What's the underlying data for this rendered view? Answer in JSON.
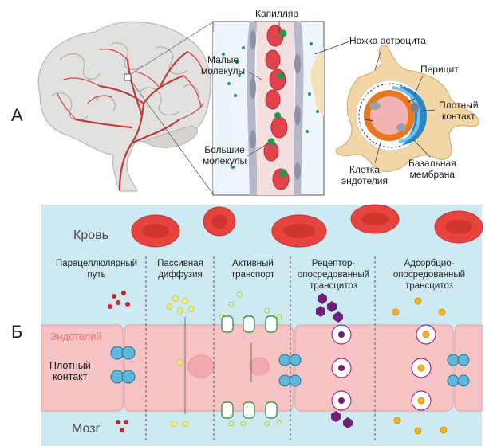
{
  "panel_a": {
    "letter": "А",
    "labels": {
      "capillary": "Капилляр",
      "astrocyte_foot": "Ножка астроцита",
      "small_molecules": "Малые\nмолекулы",
      "pericyte": "Перицит",
      "tight_junction": "Плотный\nконтакт",
      "large_molecules": "Большие\nмолекулы",
      "endothelial_cell": "Клетка\nэндотелия",
      "basal_membrane": "Базальная\nмембрана"
    }
  },
  "panel_b": {
    "letter": "Б",
    "blood": "Кровь",
    "endothelium": "Эндотелий",
    "brain": "Мозг",
    "tight_junction": "Плотный\nконтакт",
    "pathways": [
      "Парацеллюлярный\nпуть",
      "Пассивная\nдиффузия",
      "Активный\nтранспорт",
      "Рецептор-\nопосредованный\nтрансцитоз",
      "Адсорбцио-\nопосредованный\nтрансцитоз"
    ]
  },
  "colors": {
    "blood_bg": "#cde9f2",
    "endothelium": "#f7c4c6",
    "rbc": "#e8443e",
    "tight_junction": "#5cb8dc",
    "astrocyte": "#f3d6a6"
  }
}
